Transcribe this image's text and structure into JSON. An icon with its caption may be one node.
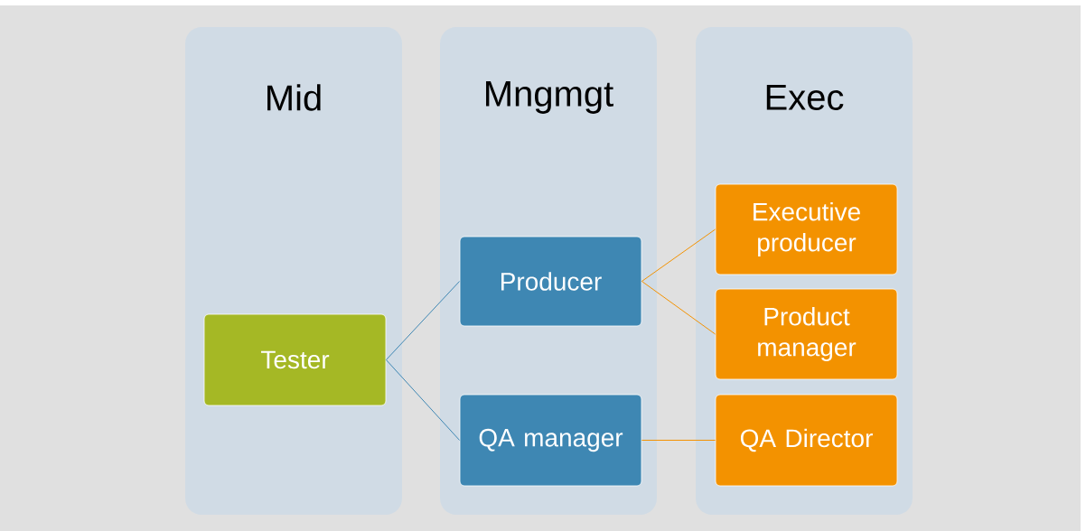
{
  "diagram": {
    "nodes": [
      {
        "text": [
          "Mid"
        ]
      },
      {
        "text": [
          "Mngmgt"
        ]
      },
      {
        "text": [
          "Exec"
        ]
      },
      {
        "text": [
          "Tester"
        ],
        "in": 0
      },
      {
        "text": [
          "Producer"
        ],
        "in": 1
      },
      {
        "text": [
          "QA manager"
        ],
        "in": 1
      },
      {
        "text": [
          "Executive producer"
        ],
        "in": 2
      },
      {
        "text": [
          "Product manager"
        ],
        "in": 2
      },
      {
        "text": [
          "QA Director"
        ],
        "in": 2
      }
    ],
    "edges": [
      {
        "from": 3,
        "to": 4,
        "arrow": "none",
        "color": "#3e87b3"
      },
      {
        "from": 3,
        "to": 5,
        "arrow": "none",
        "color": "#3e87b3"
      },
      {
        "from": 4,
        "to": 6,
        "arrow": "none"
      },
      {
        "from": 4,
        "to": 7,
        "arrow": "none"
      },
      {
        "from": 5,
        "to": 8,
        "arrow": "none"
      }
    ]
  }
}
